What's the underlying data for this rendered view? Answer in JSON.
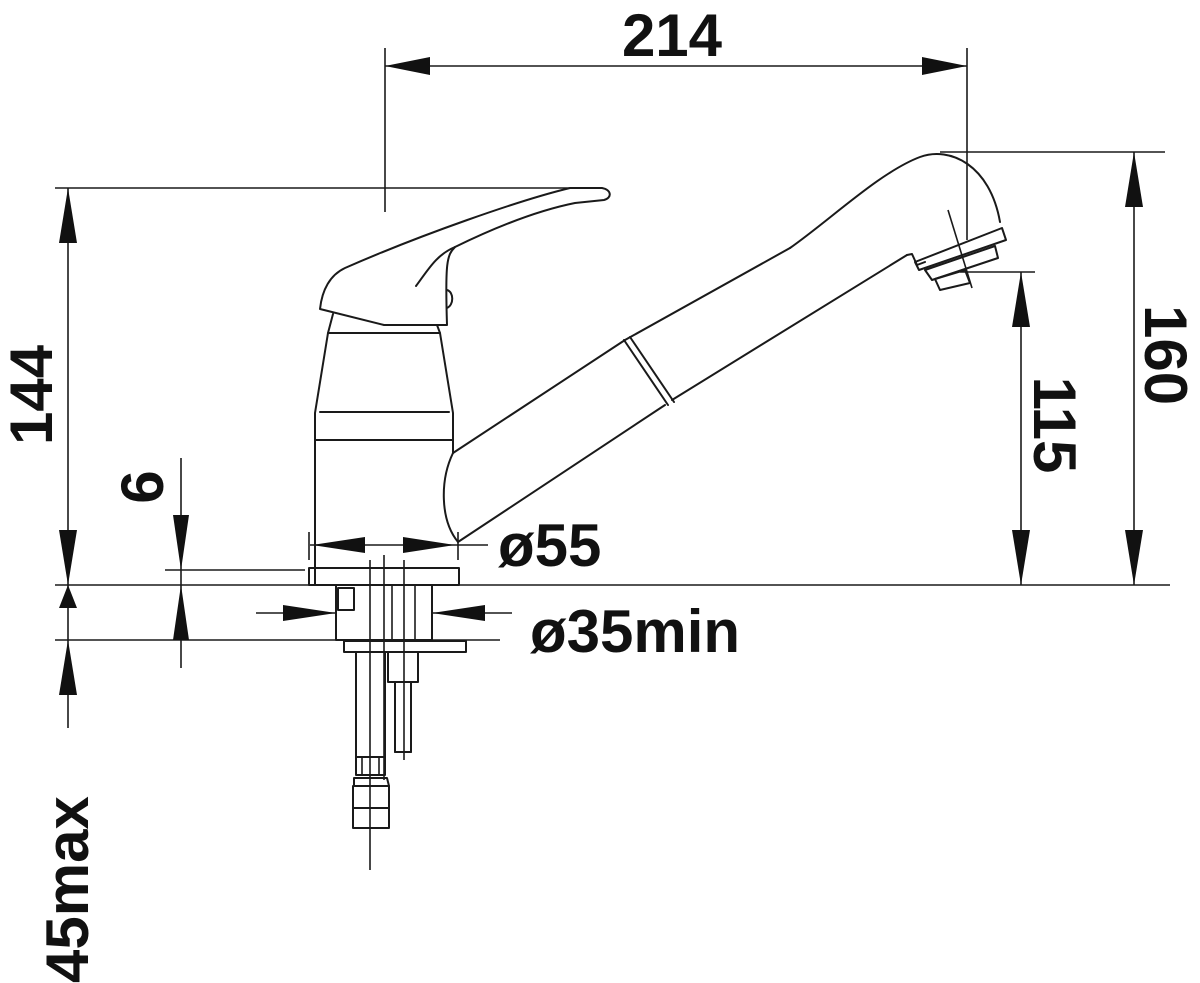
{
  "drawing": {
    "subject": "Single-lever kitchen faucet with pull-out spray head",
    "line_color": "#1a1a1a",
    "background": "#ffffff"
  },
  "dimensions": {
    "spout_reach": "214",
    "lever_height": "144",
    "total_height": "160",
    "outlet_height": "115",
    "base_diameter": "ø55",
    "hole_diameter": "ø35min",
    "deck_thickness_min": "6",
    "deck_thickness_max": "45max"
  }
}
